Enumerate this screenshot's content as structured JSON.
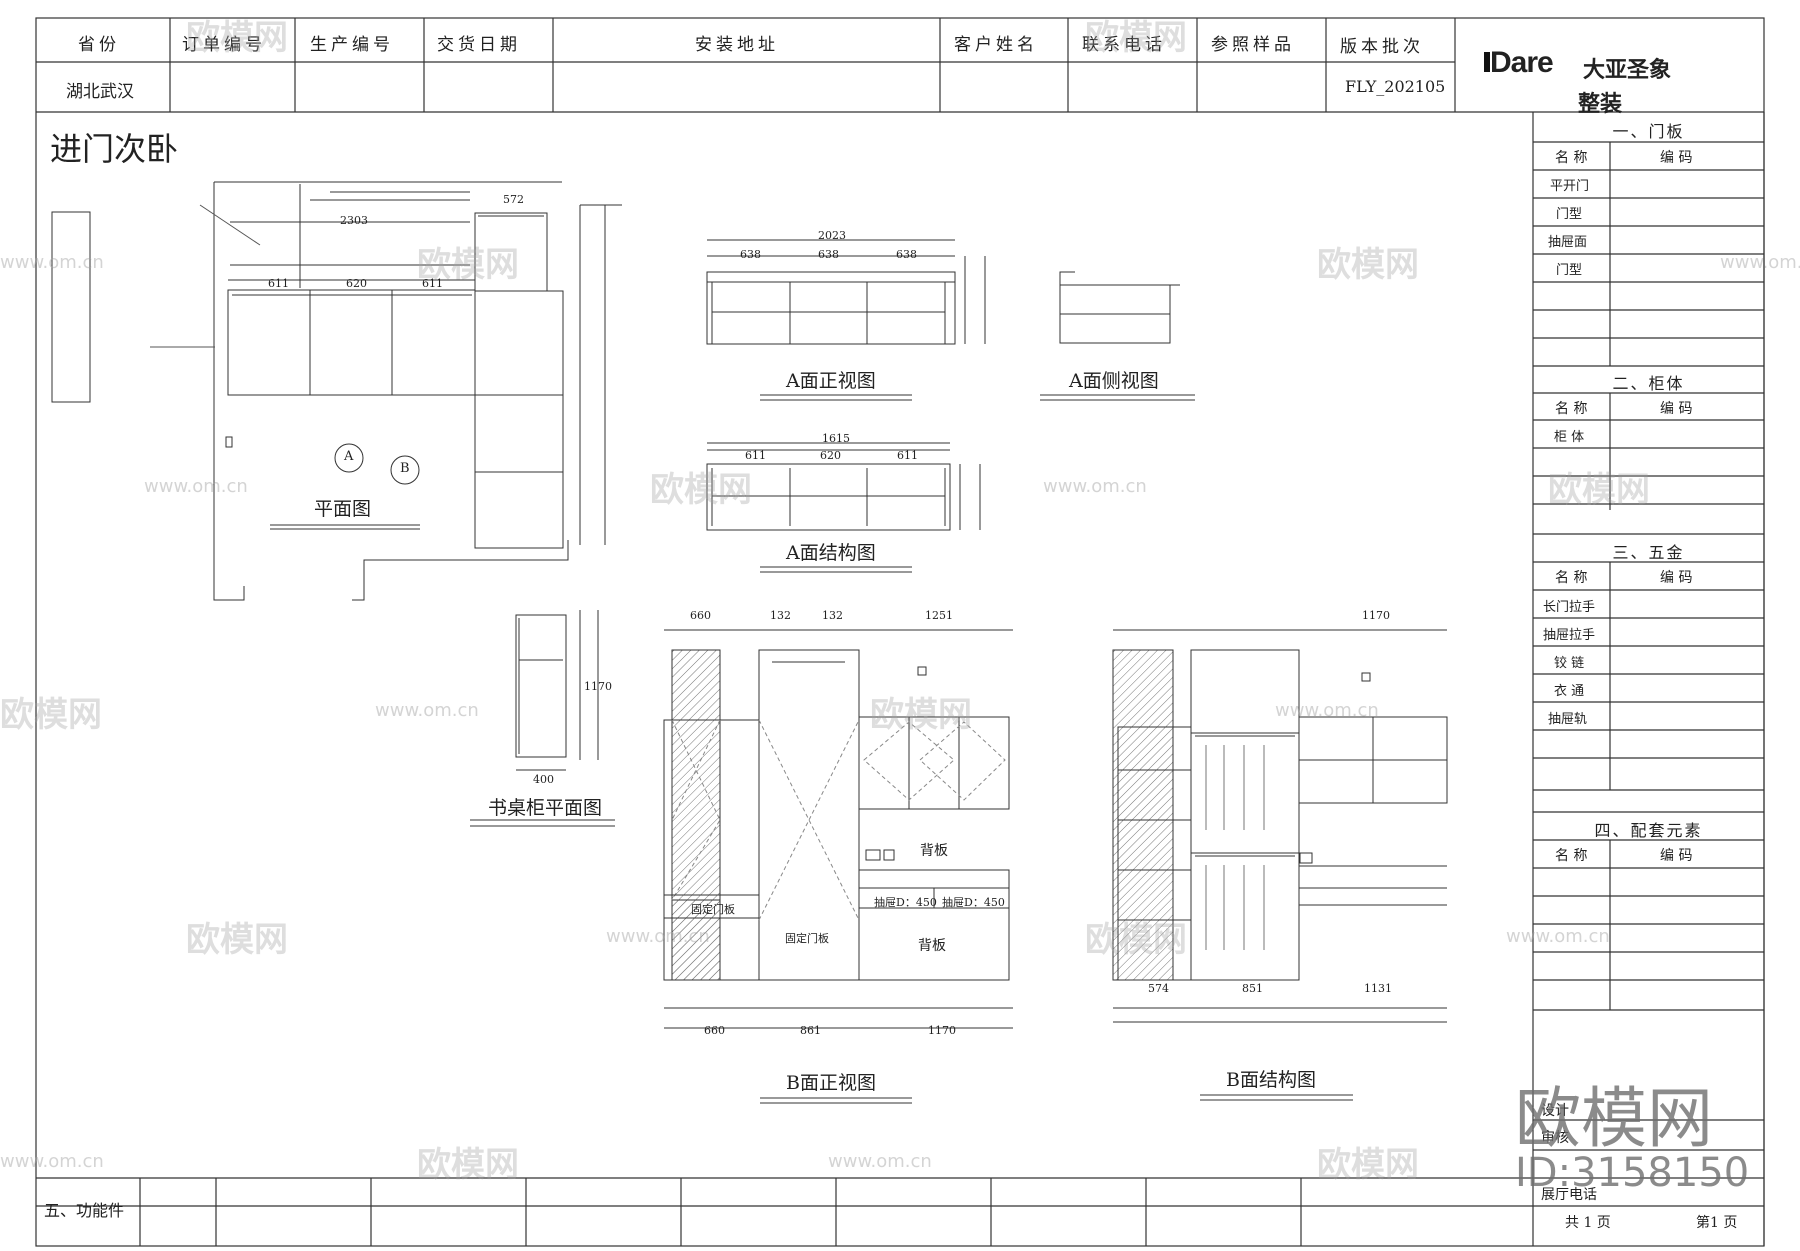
{
  "header": {
    "labels": [
      "省份",
      "订单编号",
      "生产编号",
      "交货日期",
      "安装地址",
      "客户姓名",
      "联系电话",
      "参照样品",
      "版本批次"
    ],
    "province": "湖北武汉",
    "version": "FLY_202105",
    "brand_en": "Dare",
    "brand_cn": "大亚圣象",
    "brand_sub": "整装"
  },
  "room_title": "进门次卧",
  "views": {
    "plan": "平面图",
    "a_front": "A面正视图",
    "a_side": "A面侧视图",
    "a_struct": "A面结构图",
    "desk_plan": "书桌柜平面图",
    "b_front": "B面正视图",
    "b_struct": "B面结构图"
  },
  "annotations": {
    "backboard": "背板",
    "fixed_door": "固定门板",
    "drawer_d1": "抽屉D：450",
    "drawer_d2": "抽屉D：450",
    "marker_a": "A",
    "marker_b": "B"
  },
  "dims": {
    "plan_top": "2303",
    "plan_mid": [
      "611",
      "620",
      "611"
    ],
    "plan_right": "572",
    "a_total": "2023",
    "a_parts": [
      "638",
      "638",
      "638"
    ],
    "a_struct_total": "1615",
    "a_struct_parts": [
      "611",
      "620",
      "611"
    ],
    "b_top": [
      "660",
      "132",
      "132",
      "1251"
    ],
    "b_bottom": [
      "660",
      "861",
      "1170"
    ],
    "bs_top": "1170",
    "bs_bottom": [
      "574",
      "851",
      "1131"
    ],
    "desk_width": "400",
    "desk_h": "1170"
  },
  "sidebar": {
    "sections": [
      {
        "title": "一、门板",
        "col_name": "名 称",
        "col_code": "编    码",
        "items": [
          "平开门",
          "门型",
          "抽屉面",
          "门型",
          "",
          ""
        ]
      },
      {
        "title": "二、柜体",
        "col_name": "名 称",
        "col_code": "编    码",
        "items": [
          "柜 体",
          "",
          "",
          ""
        ]
      },
      {
        "title": "三、五金",
        "col_name": "名 称",
        "col_code": "编    码",
        "items": [
          "长门拉手",
          "抽屉拉手",
          "铰 链",
          "衣 通",
          "抽屉轨",
          "",
          "",
          ""
        ]
      },
      {
        "title": "四、配套元素",
        "col_name": "名 称",
        "col_code": "编    码",
        "items": [
          "",
          "",
          "",
          "",
          "",
          "",
          "",
          ""
        ]
      }
    ],
    "bottom_rows": [
      "设计",
      "审核",
      "展厅电话"
    ],
    "page_total": "共 1 页",
    "page_num": "第1 页"
  },
  "footer": {
    "label": "五、功能件"
  },
  "watermark": {
    "brand": "欧模网",
    "url": "www.om.cn",
    "id": "ID:3158150"
  },
  "colors": {
    "line": "#333333",
    "watermark": "#a0a0a0"
  }
}
